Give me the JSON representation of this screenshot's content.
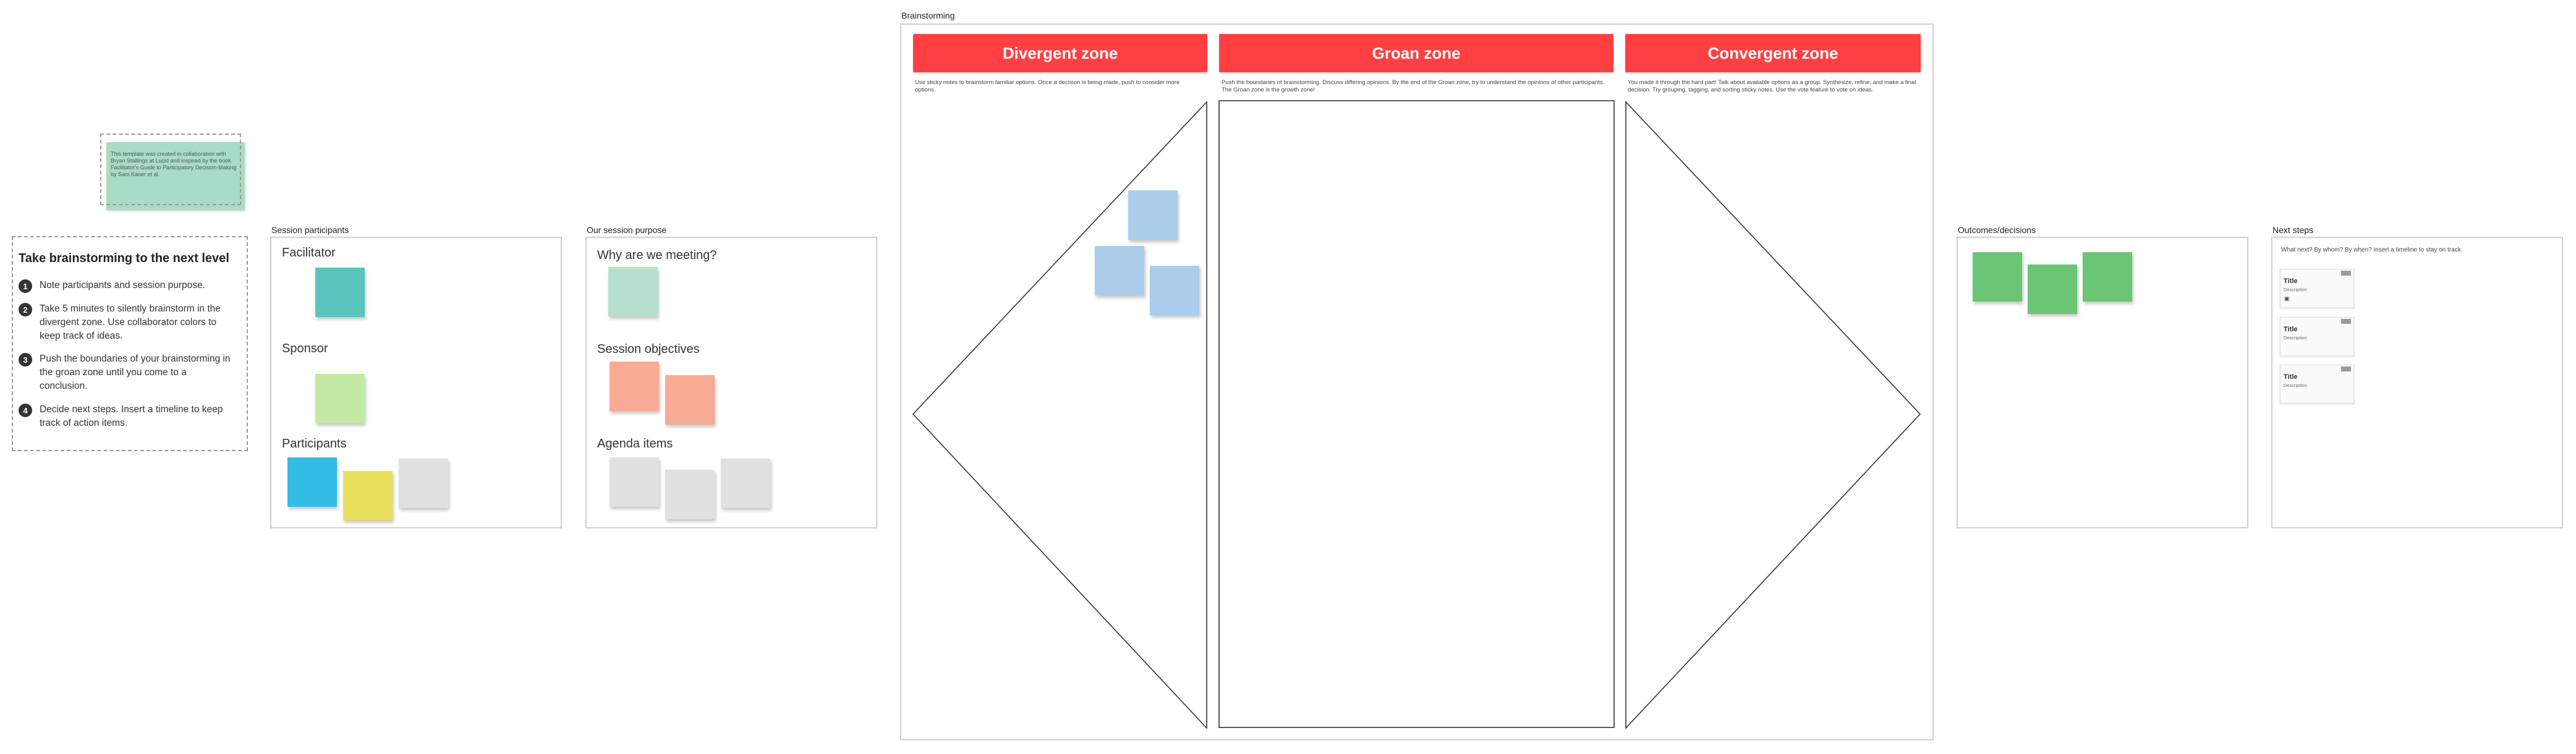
{
  "canvas": {
    "brainstorming_label": "Brainstorming",
    "credit_note": "This template was created in collaboration with Bryan Stallings at Lucid and inspired by the book Facilitator's Guide to Participatory Decision-Making by Sam Kaner et al."
  },
  "instructions": {
    "title": "Take brainstorming to the next level",
    "steps": [
      {
        "num": "1",
        "text": "Note participants and session purpose."
      },
      {
        "num": "2",
        "text": "Take 5 minutes to silently brainstorm in the divergent zone. Use collaborator colors to keep track of ideas."
      },
      {
        "num": "3",
        "text": "Push the boundaries of your brainstorming in the groan zone until you come to a conclusion."
      },
      {
        "num": "4",
        "text": "Decide next steps. Insert a timeline to keep track of action items."
      }
    ]
  },
  "participants_panel": {
    "label": "Session participants",
    "facilitator": "Facilitator",
    "sponsor": "Sponsor",
    "participants": "Participants"
  },
  "purpose_panel": {
    "label": "Our session purpose",
    "why": "Why are we meeting?",
    "objectives": "Session objectives",
    "agenda": "Agenda items"
  },
  "zones": {
    "divergent": {
      "title": "Divergent zone",
      "desc": "Use sticky notes to brainstorm familiar options. Once a decision is being made, push to consider more options."
    },
    "groan": {
      "title": "Groan zone",
      "desc": "Push the boundaries of brainstorming. Discuss differing opinions. By the end of the Groan zone, try to understand the opinions of other participants. The Groan zone is the growth zone!"
    },
    "convergent": {
      "title": "Convergent zone",
      "desc": "You made it through the hard part! Talk about available options as a group. Synthesize, refine, and make a final decision. Try grouping, tagging, and sorting sticky notes. Use the vote feature to vote on ideas."
    }
  },
  "outcomes_panel": {
    "label": "Outcomes/decisions"
  },
  "next_steps_panel": {
    "label": "Next steps",
    "prompt": "What next? By whom? By when? Insert a timeline to stay on track.",
    "cards": [
      {
        "title": "Title",
        "desc": "Description",
        "icon": "calendar-icon",
        "glyph": "▣"
      },
      {
        "title": "Title",
        "desc": "Description"
      },
      {
        "title": "Title",
        "desc": "Description"
      }
    ]
  },
  "colors": {
    "zone_header": "#ff4043",
    "credit_note_bg": "#a9dcc4",
    "facilitator_sticky": "#5bc4bd",
    "sponsor_sticky": "#c2eaa4",
    "participant_blue": "#33bde4",
    "participant_yellow": "#e8e05c",
    "participant_gray": "#e1e1e1",
    "why_sticky": "#b5e0cc",
    "objective_sticky": "#f7ab95",
    "agenda_sticky": "#e1e1e1",
    "divergent_sticky": "#a9cdea",
    "outcome_sticky": "#6ac674"
  }
}
